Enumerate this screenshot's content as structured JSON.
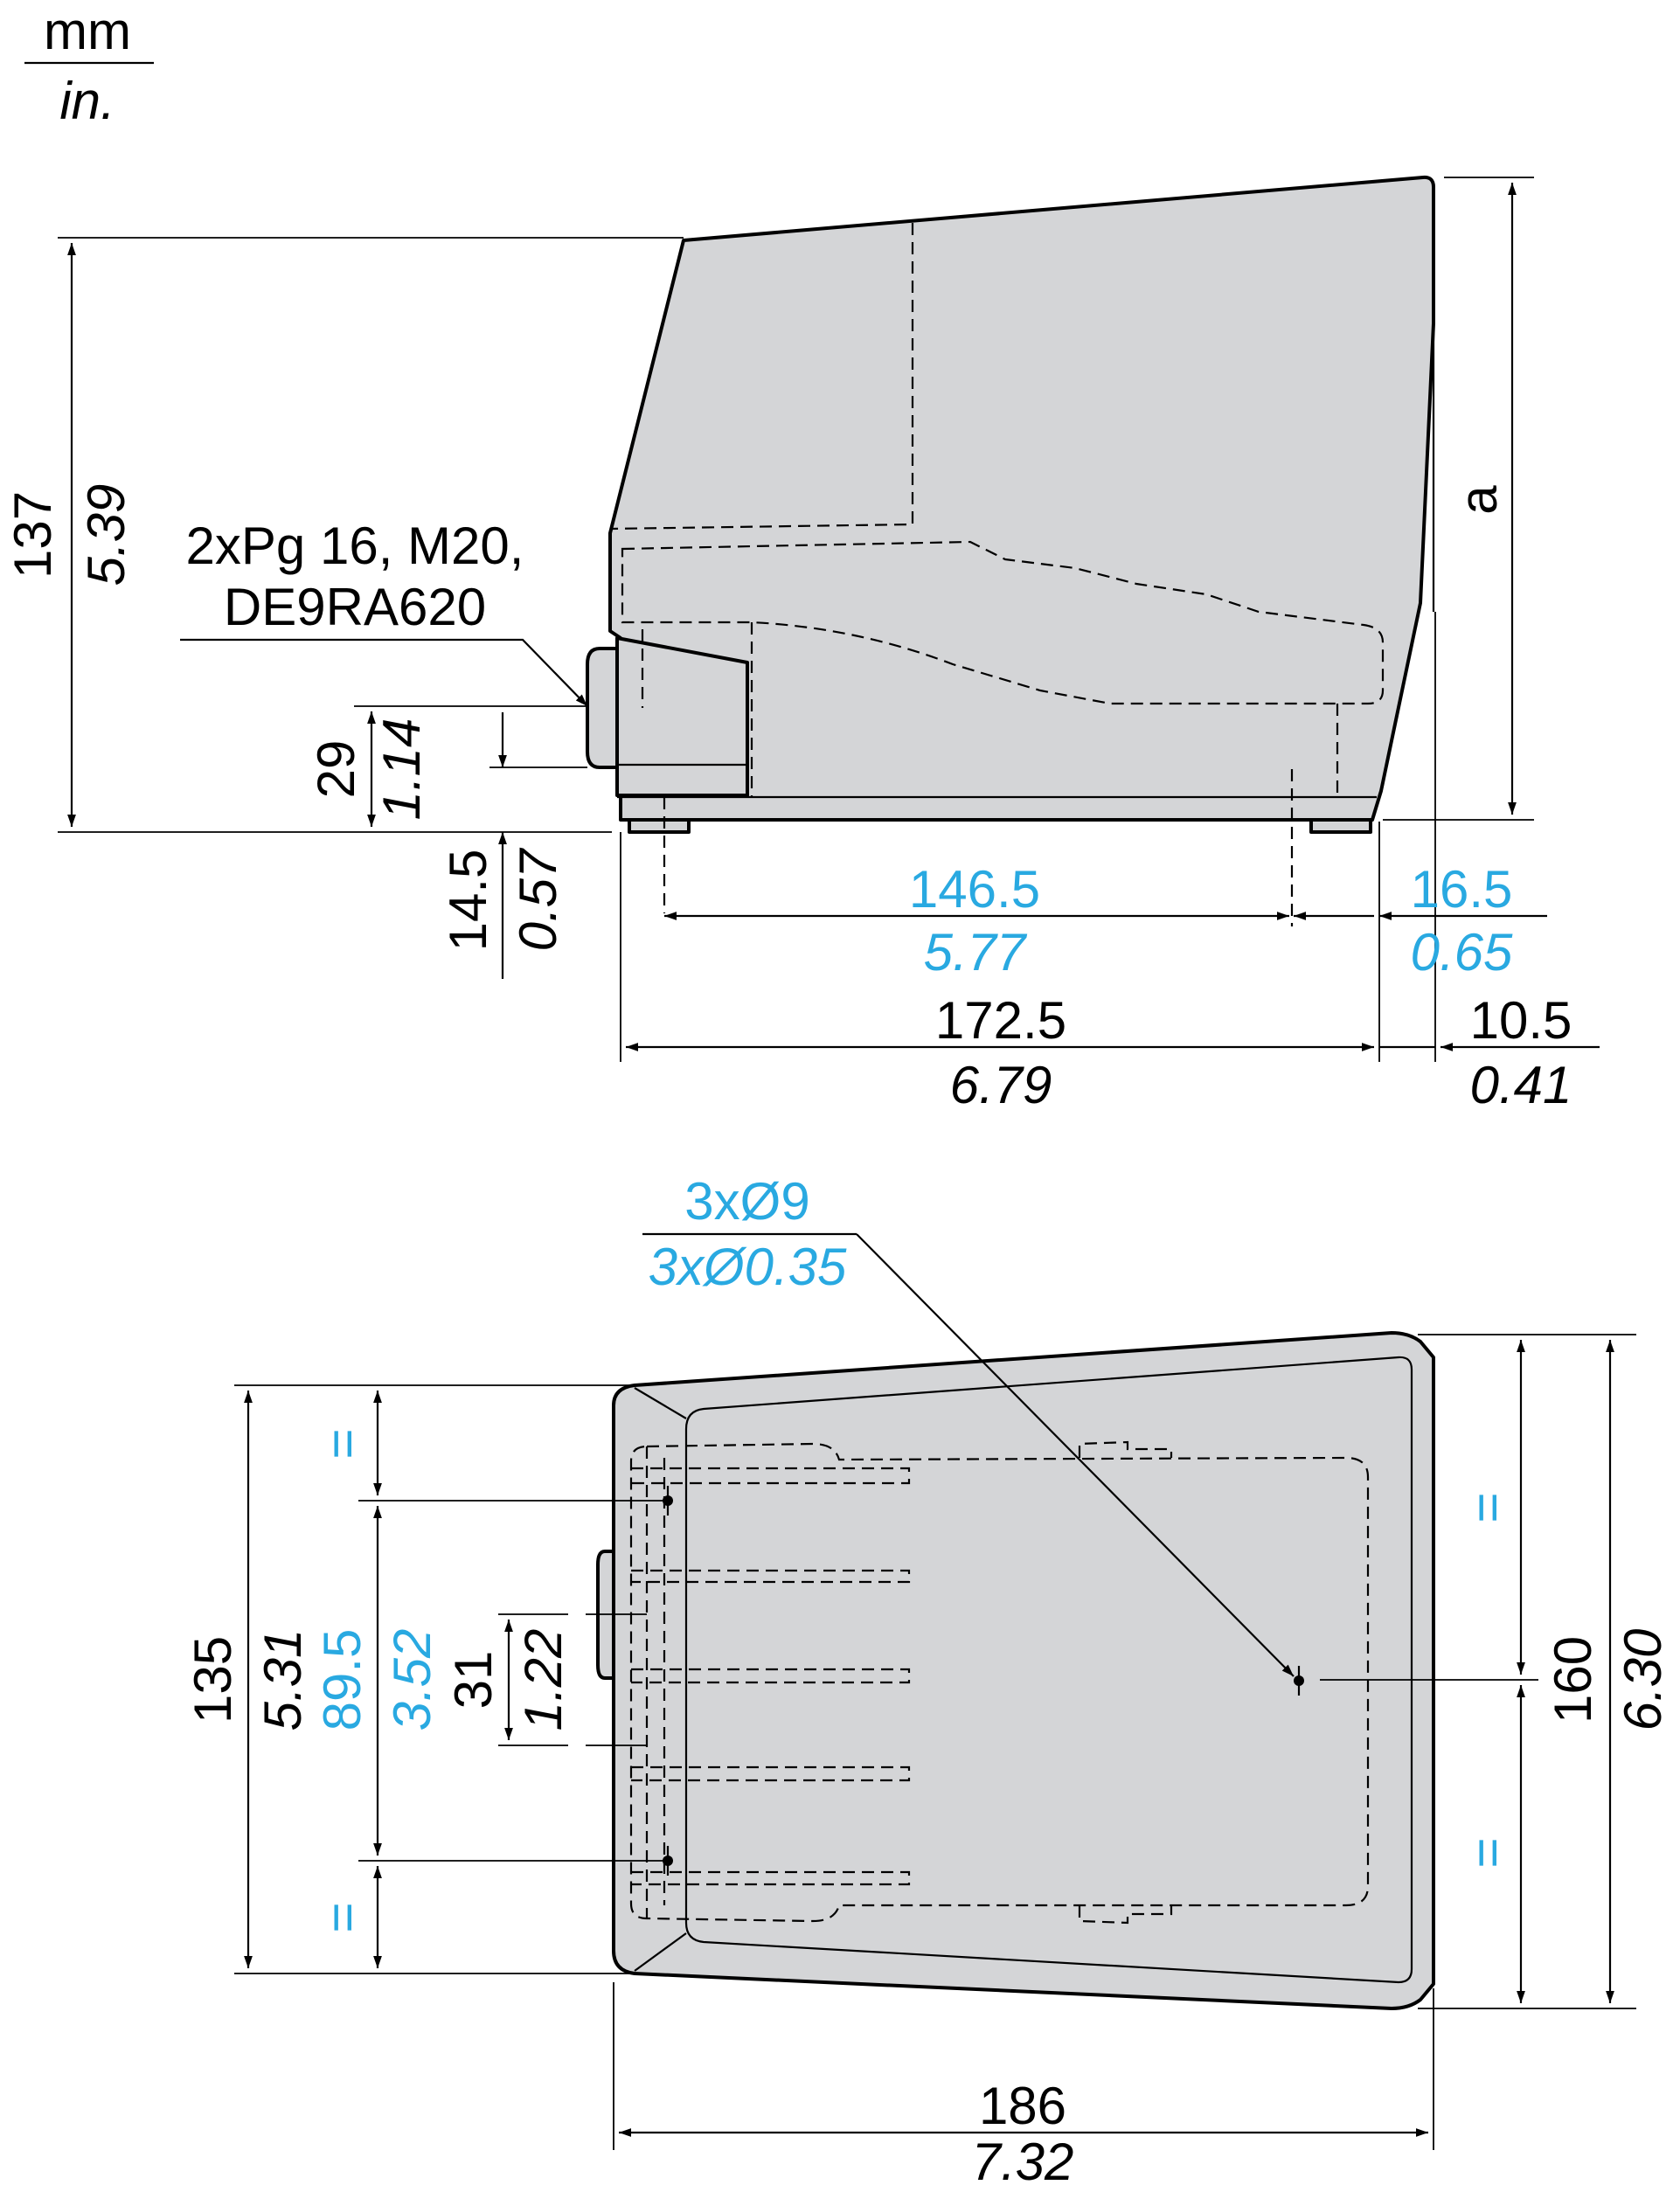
{
  "units": {
    "primary": "mm",
    "secondary": "in."
  },
  "side_view": {
    "note": {
      "line1": "2xPg 16, M20,",
      "line2": "DE9RA620"
    },
    "height_total": {
      "mm": "137",
      "in": "5.39"
    },
    "entry_height": {
      "mm": "29",
      "in": "1.14"
    },
    "entry_offset": {
      "mm": "14.5",
      "in": "0.57"
    },
    "feet_spacing": {
      "mm": "146.5",
      "in": "5.77"
    },
    "rear_overhang": {
      "mm": "16.5",
      "in": "0.65"
    },
    "length": {
      "mm": "172.5",
      "in": "6.79"
    },
    "pedal_overhang": {
      "mm": "10.5",
      "in": "0.41"
    },
    "variable_height": "a"
  },
  "top_view": {
    "holes": {
      "mm": "3xØ9",
      "in": "3xØ0.35"
    },
    "width_rear": {
      "mm": "135",
      "in": "5.31"
    },
    "hole_spacing": {
      "mm": "89.5",
      "in": "3.52"
    },
    "entry_width": {
      "mm": "31",
      "in": "1.22"
    },
    "width_front": {
      "mm": "160",
      "in": "6.30"
    },
    "length": {
      "mm": "186",
      "in": "7.32"
    },
    "equal_mark": "="
  },
  "colors": {
    "body_fill": "#d4d5d7",
    "accent_blue": "#29a9e1",
    "line": "#000000"
  }
}
